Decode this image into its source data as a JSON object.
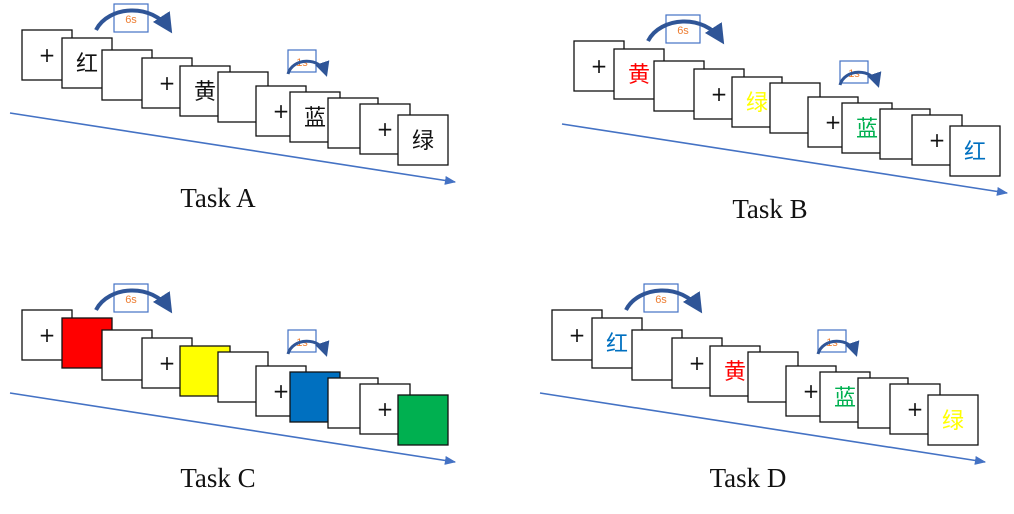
{
  "colors": {
    "arrow": "#4472c4",
    "timer_text": "#ed7d31",
    "red": "#ff0000",
    "yellow": "#ffff00",
    "blue": "#0070c0",
    "green": "#00b050",
    "ink": "#111111"
  },
  "fixation_symbol": "+",
  "tasks": [
    {
      "label": "Task A",
      "durations": {
        "long": "6s",
        "short": "1s"
      },
      "stimuli": [
        {
          "kind": "word",
          "text": "红",
          "color": "ink"
        },
        {
          "kind": "word",
          "text": "黄",
          "color": "ink"
        },
        {
          "kind": "word",
          "text": "蓝",
          "color": "ink"
        },
        {
          "kind": "word",
          "text": "绿",
          "color": "ink"
        }
      ]
    },
    {
      "label": "Task B",
      "durations": {
        "long": "6s",
        "short": "1s"
      },
      "stimuli": [
        {
          "kind": "word",
          "text": "黄",
          "color": "red"
        },
        {
          "kind": "word",
          "text": "绿",
          "color": "yellow"
        },
        {
          "kind": "word",
          "text": "蓝",
          "color": "green"
        },
        {
          "kind": "word",
          "text": "红",
          "color": "blue"
        }
      ]
    },
    {
      "label": "Task C",
      "durations": {
        "long": "6s",
        "short": "1s"
      },
      "stimuli": [
        {
          "kind": "patch",
          "color": "red"
        },
        {
          "kind": "patch",
          "color": "yellow"
        },
        {
          "kind": "patch",
          "color": "blue"
        },
        {
          "kind": "patch",
          "color": "green"
        }
      ]
    },
    {
      "label": "Task D",
      "durations": {
        "long": "6s",
        "short": "1s"
      },
      "stimuli": [
        {
          "kind": "word",
          "text": "红",
          "color": "blue"
        },
        {
          "kind": "word",
          "text": "黄",
          "color": "red"
        },
        {
          "kind": "word",
          "text": "蓝",
          "color": "green"
        },
        {
          "kind": "word",
          "text": "绿",
          "color": "yellow"
        }
      ]
    }
  ]
}
